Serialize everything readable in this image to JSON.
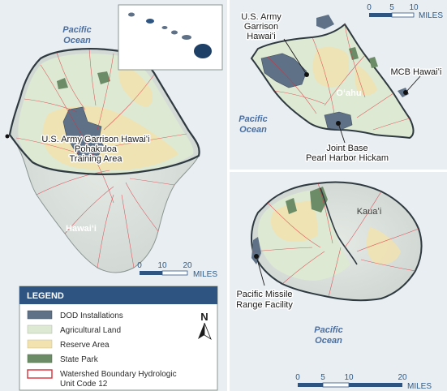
{
  "map": {
    "oceans": [
      "Pacific",
      "Ocean"
    ],
    "islands": {
      "hawaii": "Hawaiʻi",
      "oahu": "Oʻahu",
      "kauai": "Kauaʻi"
    },
    "installations": {
      "pohakuloa": [
        "U.S. Army Garrison Hawaiʻi",
        "Pohakuloa",
        "Training Area"
      ],
      "schofield": [
        "U.S. Army",
        "Garrison",
        "Hawaiʻi"
      ],
      "mcb": "MCB Hawaiʻi",
      "jbphh": [
        "Joint Base",
        "Pearl Harbor Hickam"
      ],
      "pmrf": [
        "Pacific Missile",
        "Range Facility"
      ]
    },
    "scales": {
      "oahu": {
        "ticks": [
          "0",
          "5",
          "10"
        ],
        "unit": "MILES"
      },
      "hawaii": {
        "ticks": [
          "0",
          "10",
          "20"
        ],
        "unit": "MILES"
      },
      "kauai": {
        "ticks": [
          "0",
          "5",
          "10",
          "20"
        ],
        "unit": "MILES"
      }
    },
    "north_arrow": "N",
    "colors": {
      "dod": "#5f7186",
      "agricultural": "#dde9d2",
      "reserve": "#f1e2b0",
      "state_park": "#6b8c67",
      "watershed": "#d9303a",
      "ocean": "#e9eef2",
      "legend_header": "#2e5582"
    }
  },
  "legend": {
    "title": "LEGEND",
    "items": [
      {
        "label": "DOD Installations",
        "color": "#5f7186",
        "style": "fill"
      },
      {
        "label": "Agricultural Land",
        "color": "#dde9d2",
        "style": "fill"
      },
      {
        "label": "Reserve Area",
        "color": "#f1e2b0",
        "style": "fill"
      },
      {
        "label": "State Park",
        "color": "#6b8c67",
        "style": "fill"
      },
      {
        "label": "Watershed Boundary Hydrologic",
        "label2": "Unit Code 12",
        "color": "#d9303a",
        "style": "outline"
      }
    ]
  }
}
